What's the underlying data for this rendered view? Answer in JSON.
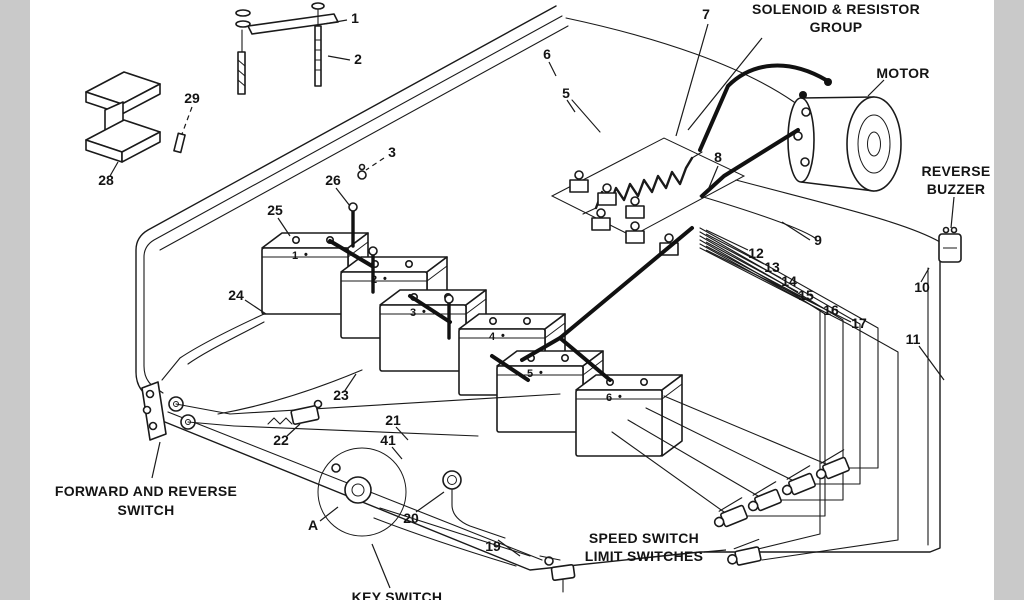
{
  "canvas": {
    "bg": "#ffffff",
    "sidebar_color": "#c9c9c9"
  },
  "labels": {
    "solenoid_group": {
      "line1": "SOLENOID & RESISTOR",
      "line2": "GROUP"
    },
    "motor": "MOTOR",
    "reverse_buzzer": {
      "line1": "REVERSE",
      "line2": "BUZZER"
    },
    "forward_reverse": {
      "line1": "FORWARD AND REVERSE",
      "line2": "SWITCH"
    },
    "speed_switch": {
      "line1": "SPEED SWITCH",
      "line2": "LIMIT SWITCHES"
    },
    "key_switch": "KEY SWITCH",
    "ref_point": "A"
  },
  "callouts": {
    "c1": "1",
    "c2": "2",
    "c3": "3",
    "c5": "5",
    "c6": "6",
    "c7": "7",
    "c8": "8",
    "c9": "9",
    "c10": "10",
    "c11": "11",
    "c12": "12",
    "c13": "13",
    "c14": "14",
    "c15": "15",
    "c16": "16",
    "c17": "17",
    "c19": "19",
    "c20": "20",
    "c21": "21",
    "c22": "22",
    "c23": "23",
    "c24": "24",
    "c25": "25",
    "c26": "26",
    "c28": "28",
    "c29": "29",
    "c41": "41"
  },
  "batteries": {
    "dot": "•",
    "numbers": [
      "1",
      "2",
      "3",
      "4",
      "5",
      "6"
    ]
  }
}
